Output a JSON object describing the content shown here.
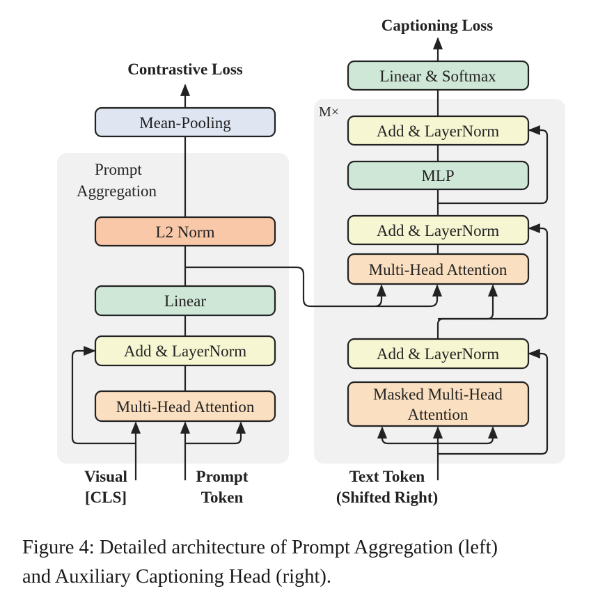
{
  "colors": {
    "panel": "#f1f1f1",
    "blue": "#dfe6f2",
    "orange": "#f8c8a8",
    "green": "#cfe7d6",
    "yellow": "#f6f6d2",
    "peach": "#fadfc0",
    "stroke": "#222222"
  },
  "left": {
    "output_label": "Contrastive Loss",
    "panel_label_line1": "Prompt",
    "panel_label_line2": "Aggregation",
    "mean_pooling": "Mean-Pooling",
    "l2_norm": "L2 Norm",
    "linear": "Linear",
    "add_norm": "Add & LayerNorm",
    "mha": "Multi-Head Attention",
    "input_visual_line1": "Visual",
    "input_visual_line2": "[CLS]",
    "input_prompt_line1": "Prompt",
    "input_prompt_line2": "Token"
  },
  "right": {
    "output_label": "Captioning Loss",
    "repeat_label": "M×",
    "linear_softmax": "Linear & Softmax",
    "add_norm_top": "Add & LayerNorm",
    "mlp": "MLP",
    "add_norm_mid": "Add & LayerNorm",
    "cross_attention": "Multi-Head Attention",
    "add_norm_bottom": "Add & LayerNorm",
    "masked_mha_line1": "Masked Multi-Head",
    "masked_mha_line2": "Attention",
    "input_line1": "Text Token",
    "input_line2": "(Shifted Right)"
  },
  "caption": {
    "line1": "Figure 4: Detailed architecture of Prompt Aggregation (left)",
    "line2": "and Auxiliary Captioning Head (right)."
  }
}
